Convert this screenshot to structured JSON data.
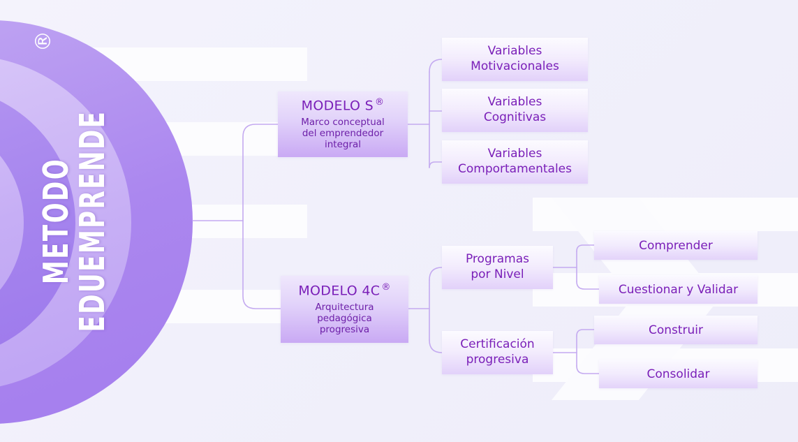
{
  "brand": {
    "line1": "METODO",
    "line2": "EDUEMPRENDE",
    "registered": "®"
  },
  "colors": {
    "background": "#f1f0fb",
    "accent_purple": "#a47ded",
    "node_text": "#7a1fb8",
    "connector": "#c4aaf0"
  },
  "models": [
    {
      "title": "MODELO S",
      "registered": "®",
      "subtitle": "Marco conceptual\ndel emprendedor\nintegral",
      "children": [
        {
          "label": "Variables\nMotivacionales"
        },
        {
          "label": "Variables\nCognitivas"
        },
        {
          "label": "Variables\nComportamentales"
        }
      ]
    },
    {
      "title": "MODELO 4C",
      "registered": "®",
      "subtitle": "Arquitectura\npedagógica\nprogresiva",
      "children": [
        {
          "label": "Programas\npor Nivel",
          "steps": [
            {
              "label": "Comprender"
            },
            {
              "label": "Cuestionar y Validar"
            }
          ]
        },
        {
          "label": "Certificación\nprogresiva",
          "steps": [
            {
              "label": "Construir"
            },
            {
              "label": "Consolidar"
            }
          ]
        }
      ]
    }
  ]
}
